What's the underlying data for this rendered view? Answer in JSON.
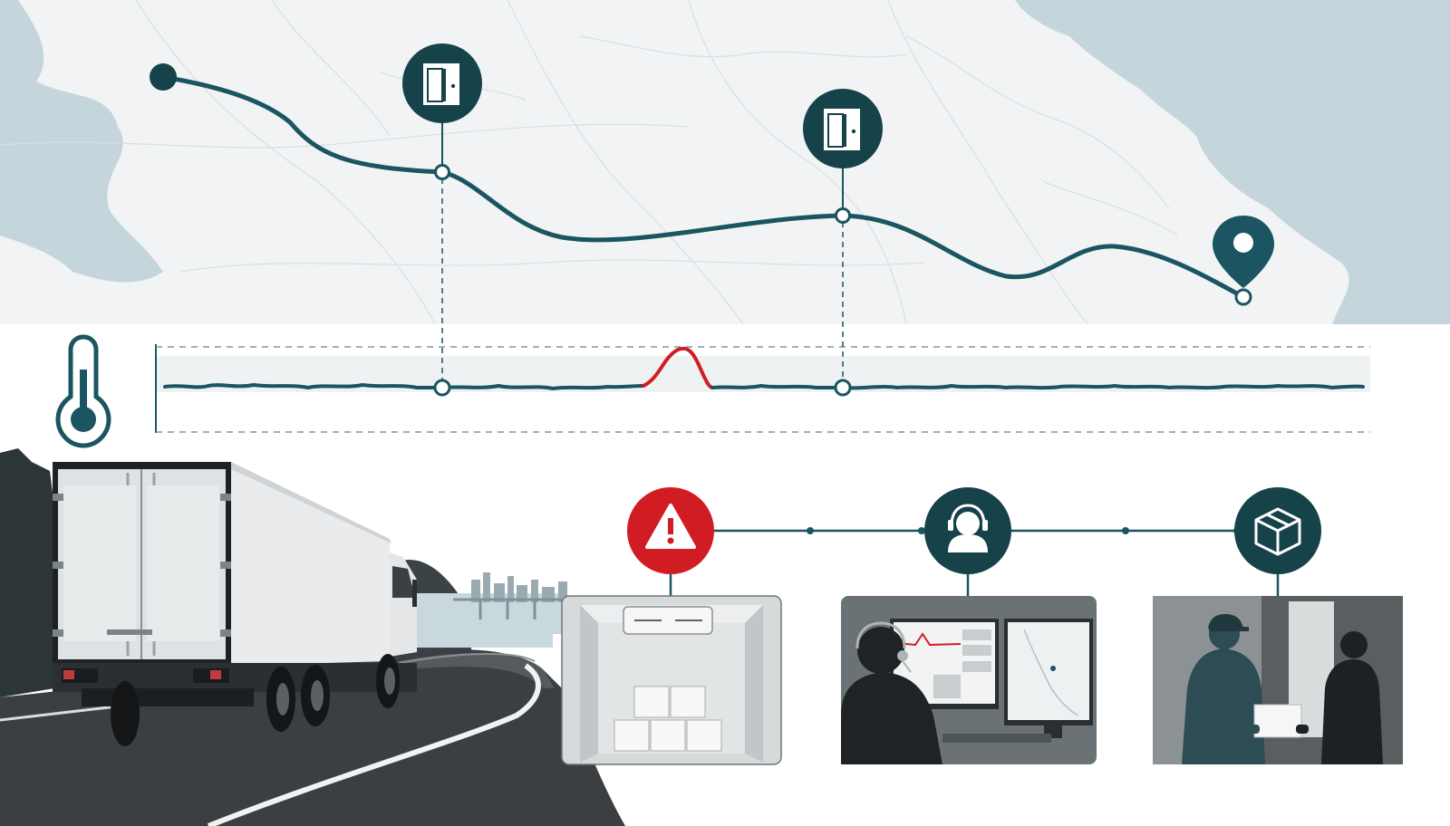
{
  "palette": {
    "route": "#1a5561",
    "marker_fill": "#16424a",
    "water": "#c5d5dc",
    "land": "#f1f3f4",
    "alert": "#d11c24",
    "band": "#eef2f3",
    "line_gray": "#90a4aa"
  },
  "route_map": {
    "stops": [
      {
        "kind": "origin",
        "icon": "origin-dot"
      },
      {
        "kind": "door-opening",
        "icon": "door-icon"
      },
      {
        "kind": "door-opening",
        "icon": "door-icon"
      },
      {
        "kind": "destination",
        "icon": "map-pin-icon"
      }
    ]
  },
  "temperature_strip": {
    "icon": "thermometer-icon",
    "excursion_color": "#d11c24"
  },
  "workflow": [
    {
      "step": "alert",
      "icon": "warning-icon",
      "scene": "refrigerated-cargo-interior"
    },
    {
      "step": "monitoring",
      "icon": "headset-agent-icon",
      "scene": "operator-at-monitors"
    },
    {
      "step": "delivery",
      "icon": "package-icon",
      "scene": "package-handover"
    }
  ]
}
